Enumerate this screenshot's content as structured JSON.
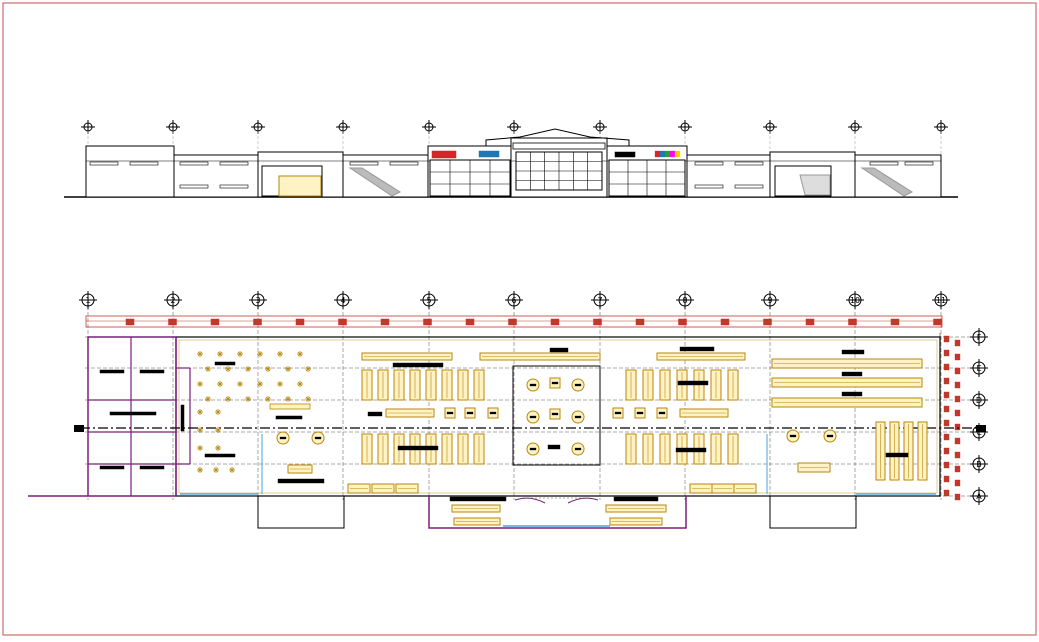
{
  "drawing": {
    "frame_color": "#c0504d",
    "line_color": "#000000",
    "wall_color": "#7b1f7b",
    "furniture_color": "#b8860b",
    "furniture_fill": "#fff3c4",
    "grid_color": "#555555",
    "glass_color": "#4aa3df",
    "accent_red": "#c0392b",
    "gray_band": "#bbbbbb"
  },
  "elevation": {
    "axis_count": 11,
    "signage_colors": [
      "#d62728",
      "#1f77b4",
      "#2ca02c",
      "#ff00ff",
      "#ffcc00"
    ]
  },
  "plan": {
    "grid_column_labels": [
      "1",
      "2",
      "3",
      "4",
      "5",
      "6",
      "7",
      "8",
      "9",
      "10",
      "11"
    ],
    "grid_row_labels": [
      "F",
      "E",
      "D",
      "C",
      "B",
      "A"
    ],
    "section_marker_left": "A",
    "section_marker_right": "A"
  }
}
